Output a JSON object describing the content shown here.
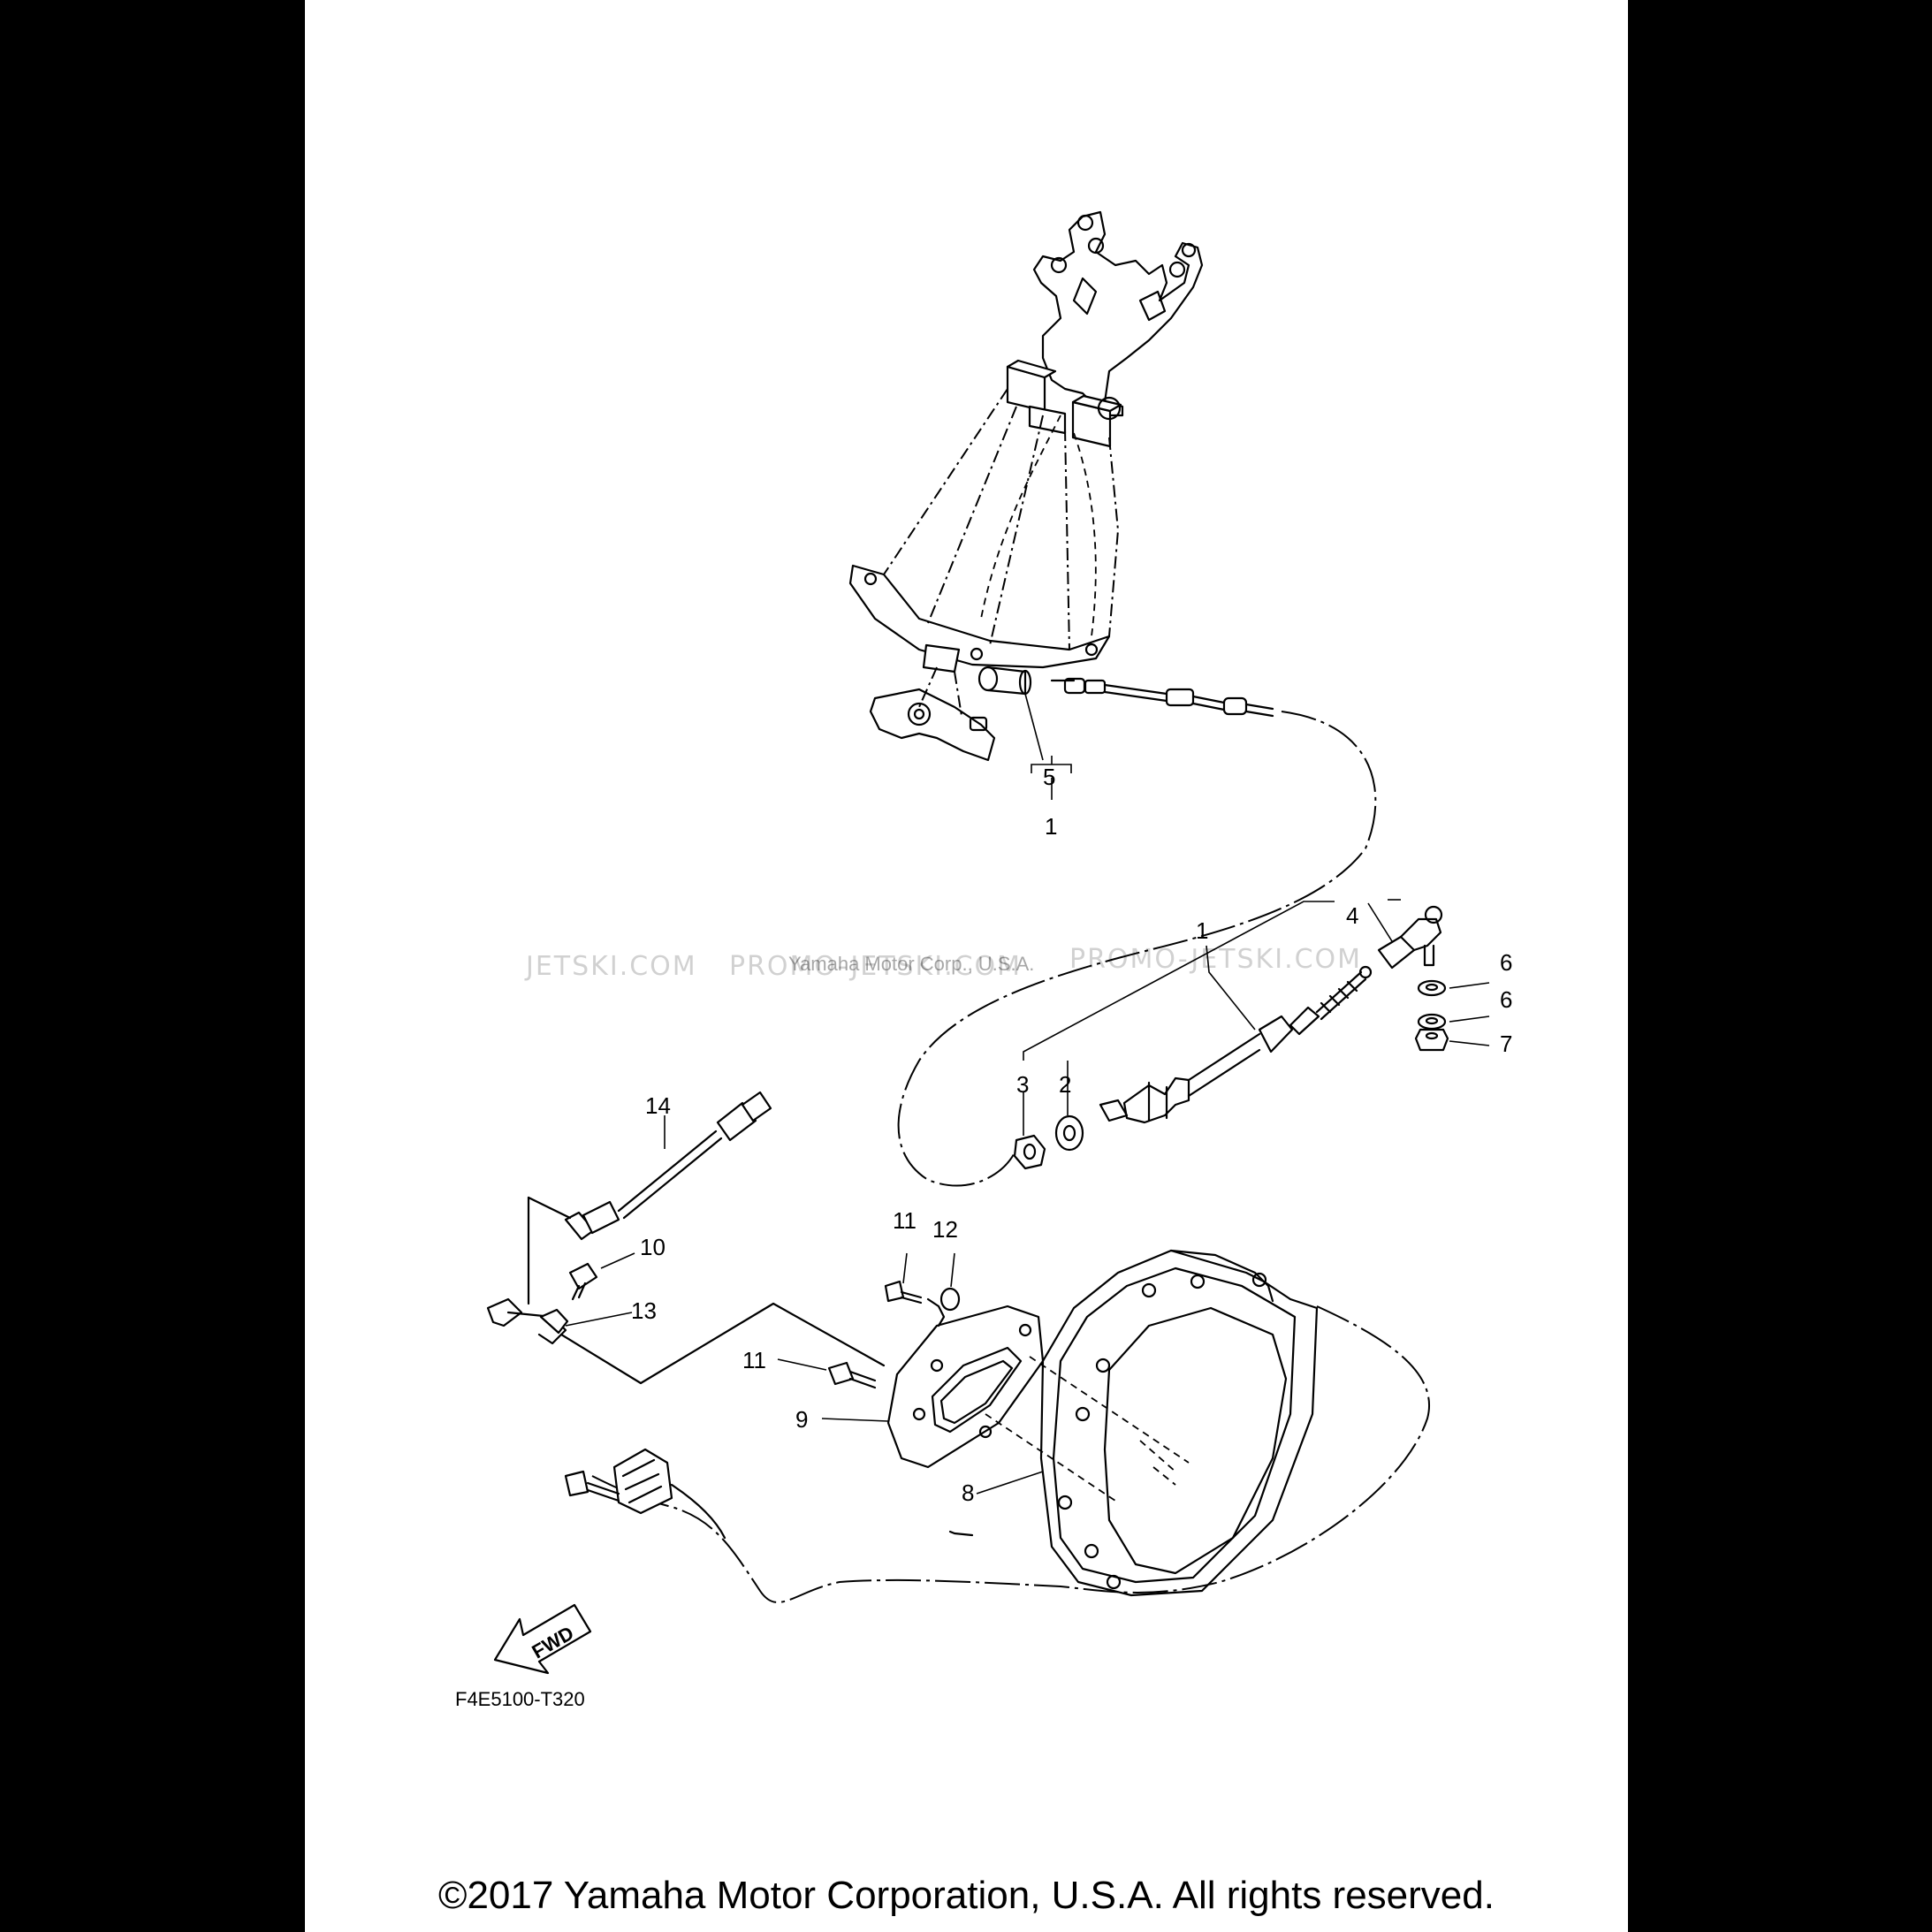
{
  "diagram": {
    "watermarks": [
      "JETSKI.COM",
      "PROMO-JETSKI.COM",
      "PROMO-JETSKI.COM"
    ],
    "watermark_small": "Yamaha Motor Corp., U.S.A.",
    "drawing_code": "F4E5100-T320",
    "fwd_label": "FWD",
    "callouts": {
      "c1a": "1",
      "c1b": "1",
      "c2": "2",
      "c3": "3",
      "c4": "4",
      "c5": "5",
      "c6a": "6",
      "c6b": "6",
      "c7": "7",
      "c8": "8",
      "c9": "9",
      "c10": "10",
      "c11a": "11",
      "c11b": "11",
      "c12": "12",
      "c13": "13",
      "c14": "14"
    }
  },
  "footer": {
    "copyright": "©2017 Yamaha Motor Corporation, U.S.A. All rights reserved."
  }
}
